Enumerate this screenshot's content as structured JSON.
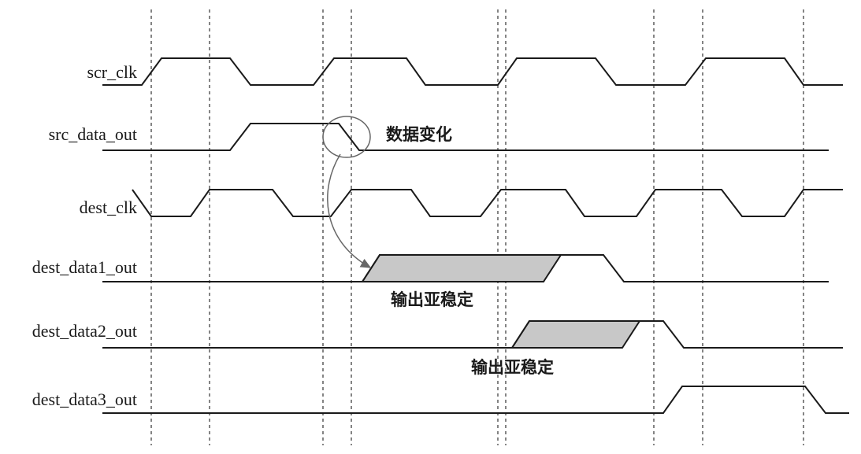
{
  "signals": [
    {
      "name": "scr_clk"
    },
    {
      "name": "src_data_out"
    },
    {
      "name": "dest_clk"
    },
    {
      "name": "dest_data1_out"
    },
    {
      "name": "dest_data2_out"
    },
    {
      "name": "dest_data3_out"
    }
  ],
  "annotations": {
    "data_change": "数据变化",
    "metastable_1": "输出亚稳定",
    "metastable_2": "输出亚稳定"
  }
}
